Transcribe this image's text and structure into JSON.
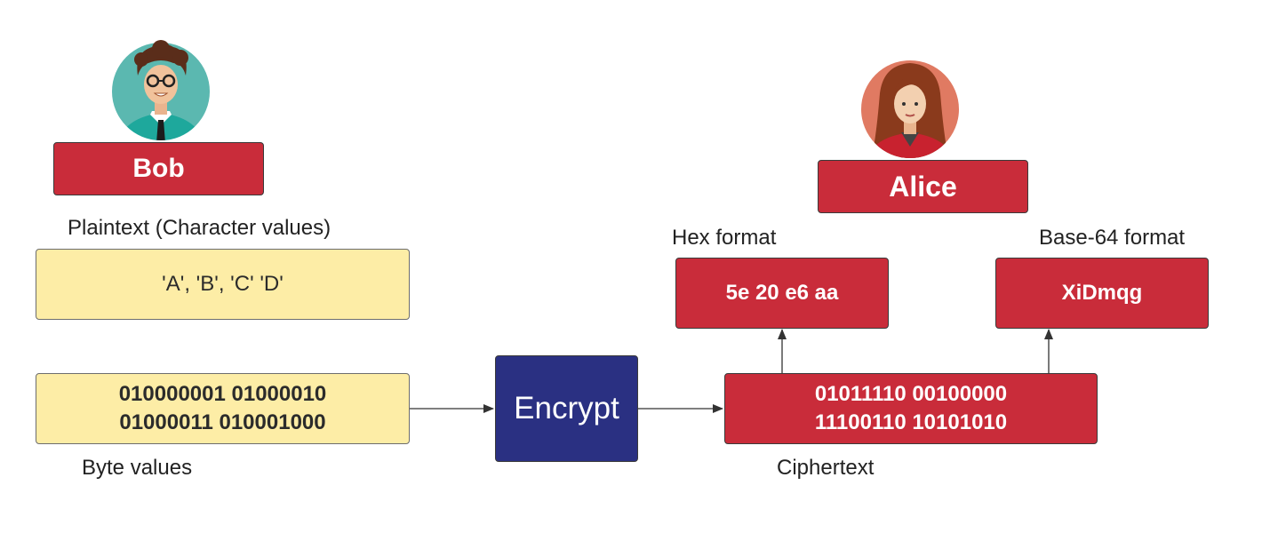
{
  "bob": {
    "name": "Bob"
  },
  "alice": {
    "name": "Alice"
  },
  "plaintext": {
    "caption": "Plaintext (Character values)",
    "chars": "'A', 'B', 'C' 'D'",
    "bytes": "010000001 01000010\n01000011 010001000",
    "bytes_caption": "Byte values"
  },
  "encrypt": {
    "label": "Encrypt"
  },
  "ciphertext": {
    "bits": "01011110 00100000\n11100110 10101010",
    "caption": "Ciphertext"
  },
  "hex": {
    "caption": "Hex format",
    "value": "5e 20 e6 aa"
  },
  "base64": {
    "caption": "Base-64 format",
    "value": "XiDmqg"
  },
  "colors": {
    "red": "#c92c3a",
    "yellow": "#fdeda6",
    "navy": "#2a3082",
    "bob_avatar_bg": "#5bb8b0",
    "alice_avatar_bg": "#e07a62"
  }
}
